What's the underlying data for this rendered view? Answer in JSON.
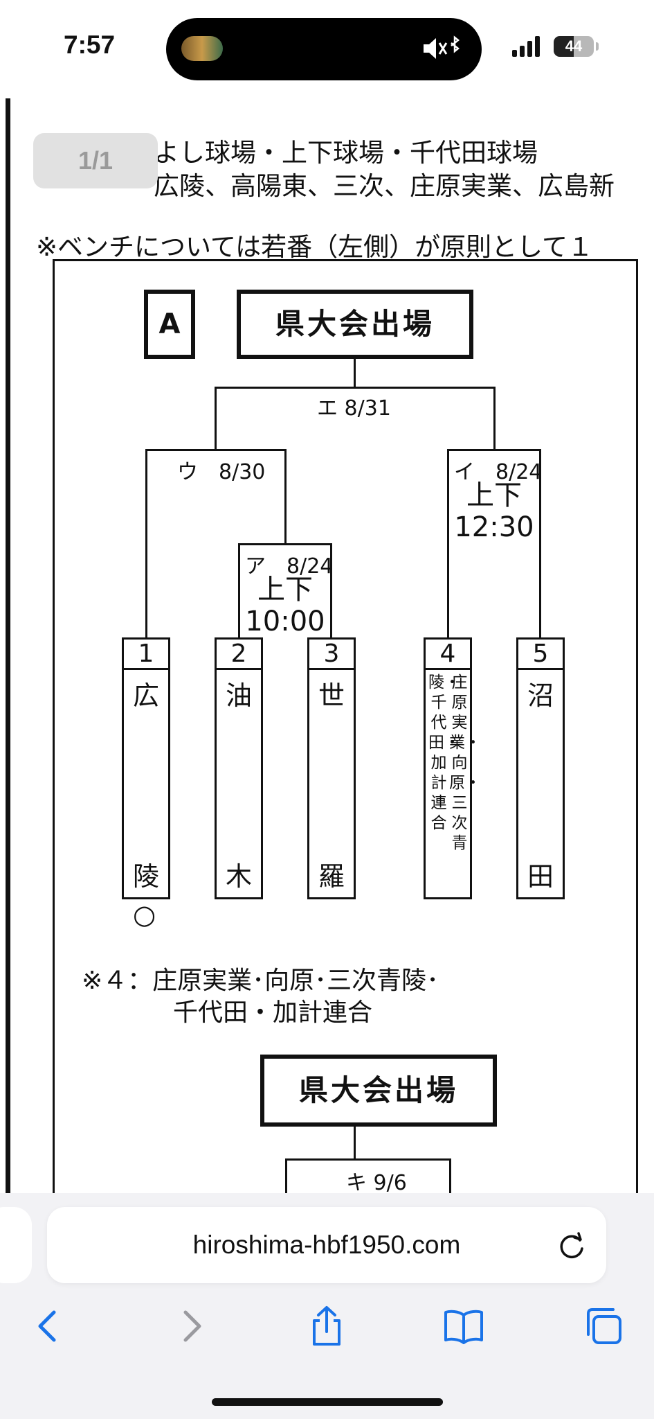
{
  "status_bar": {
    "time": "7:57",
    "battery": "44"
  },
  "document": {
    "line1": "よし球場・上下球場・千代田球場",
    "line2": "広陵、高陽東、三次、庄原実業、広島新",
    "line3": "※ベンチについては若番（左側）が原則として１",
    "pager": "1/1",
    "block_a": {
      "label": "A",
      "winner": "県大会出場",
      "final": "エ 8/31",
      "semi_left": "ウ　8/30",
      "semi_right": "イ　8/24",
      "semi_right_venue": "上下",
      "semi_right_time": "12:30",
      "first_round": "ア　8/24",
      "first_round_venue": "上下",
      "first_round_time": "10:00",
      "teams": [
        {
          "num": "1",
          "top": "広",
          "bottom": "陵"
        },
        {
          "num": "2",
          "top": "油",
          "bottom": "木"
        },
        {
          "num": "3",
          "top": "世",
          "bottom": "羅"
        },
        {
          "num": "4",
          "col_right": "庄原実業・向原・三次青",
          "col_left": "陵・千代田・加計連合"
        },
        {
          "num": "5",
          "top": "沼",
          "bottom": "田"
        }
      ],
      "mark": "○"
    },
    "note_line1": "※４：庄原実業･向原･三次青陵･",
    "note_line2": "千代田・加計連合",
    "block_b": {
      "winner": "県大会出場",
      "final": "キ 9/6"
    }
  },
  "browser": {
    "url": "hiroshima-hbf1950.com"
  },
  "icons": {
    "back": "chevron-left-icon",
    "forward": "chevron-right-icon",
    "share": "share-icon",
    "bookmarks": "book-icon",
    "tabs": "tabs-icon",
    "reload": "reload-icon"
  },
  "colors": {
    "accent": "#1a73e8",
    "chrome_bg": "#f2f2f5"
  }
}
